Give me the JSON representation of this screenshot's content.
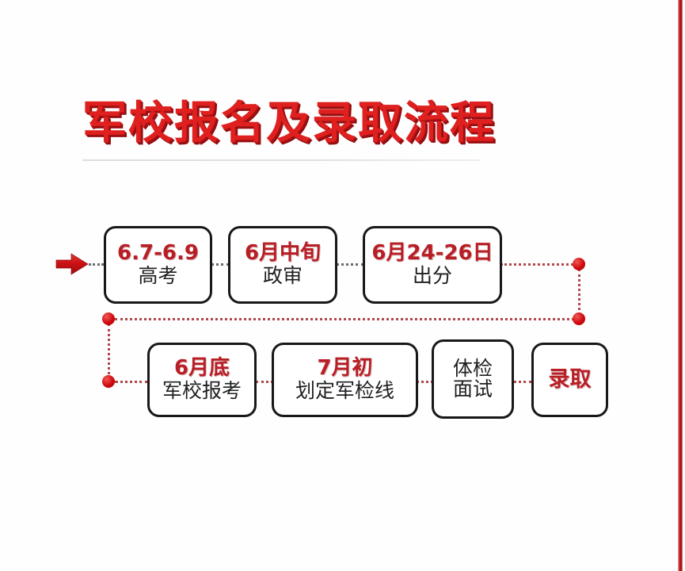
{
  "page": {
    "title": "军校报名及录取流程",
    "accent_red": "#b81e25",
    "title_red": "#e0201f",
    "edge_stripe_color": "#c0181c"
  },
  "flow": {
    "start_marker": "arrow-right",
    "row1": [
      {
        "date": "6.7-6.9",
        "label": "高考",
        "name": "step-gaokao"
      },
      {
        "date": "6月中旬",
        "label": "政审",
        "name": "step-zhengshen"
      },
      {
        "date": "6月24-26日",
        "label": "出分",
        "name": "step-chufen"
      }
    ],
    "row2": [
      {
        "date": "6月底",
        "label": "军校报考",
        "name": "step-junxiao-baokao"
      },
      {
        "date": "7月初",
        "label": "划定军检线",
        "name": "step-huading-junjianxian"
      },
      {
        "date": "",
        "label": "体检",
        "label2": "面试",
        "name": "step-tijian-mianshi"
      },
      {
        "date": "录取",
        "label": "",
        "name": "step-luqu"
      }
    ]
  }
}
